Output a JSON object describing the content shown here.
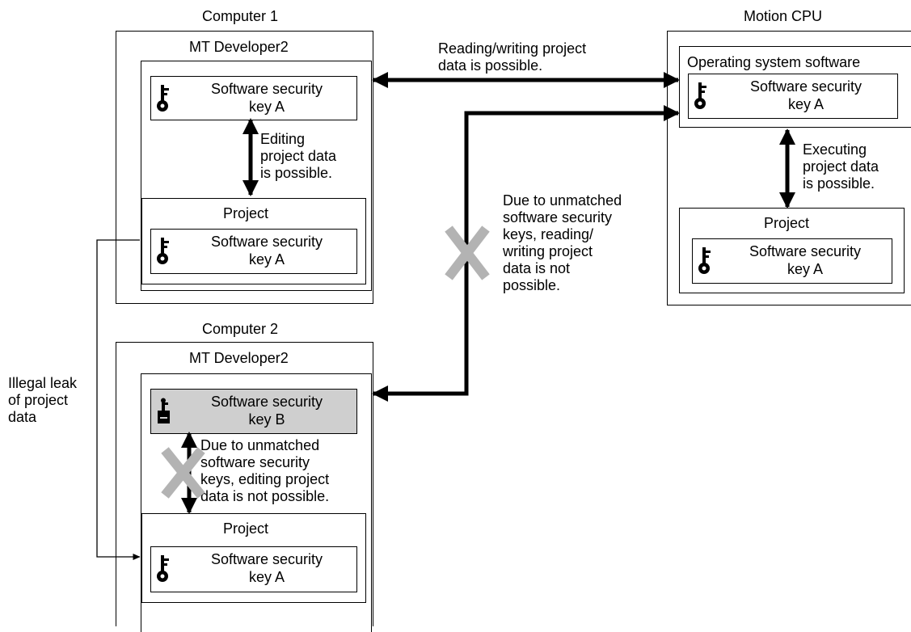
{
  "computer1": {
    "title": "Computer 1",
    "app_title": "MT Developer2",
    "key_line1": "Software security",
    "key_line2": "key A",
    "edit_note": [
      "Editing",
      "project data",
      "is possible."
    ],
    "project": {
      "title": "Project",
      "key_line1": "Software security",
      "key_line2": "key A"
    }
  },
  "computer2": {
    "title": "Computer 2",
    "app_title": "MT Developer2",
    "key_line1": "Software security",
    "key_line2": "key B",
    "edit_note": [
      "Due to unmatched",
      "software security",
      "keys, editing project",
      "data is not possible."
    ],
    "project": {
      "title": "Project",
      "key_line1": "Software security",
      "key_line2": "key A"
    }
  },
  "motion_cpu": {
    "title": "Motion CPU",
    "os_title": "Operating system software",
    "key_line1": "Software security",
    "key_line2": "key A",
    "exec_note": [
      "Executing",
      "project data",
      "is possible."
    ],
    "project": {
      "title": "Project",
      "key_line1": "Software security",
      "key_line2": "key A"
    }
  },
  "notes": {
    "rw_possible": [
      "Reading/writing project",
      "data is possible."
    ],
    "rw_not_possible": [
      "Due to unmatched",
      "software security",
      "keys, reading/",
      "writing project",
      "data is not",
      "possible."
    ],
    "leak": [
      "Illegal leak",
      "of project",
      "data"
    ]
  },
  "colors": {
    "line": "#000000",
    "cross": "#b3b3b3",
    "highlight_key_box": "#cfcfcf"
  },
  "icons": {
    "key": "key-icon",
    "locked_key": "locked-key-icon",
    "cross": "cross-icon"
  }
}
